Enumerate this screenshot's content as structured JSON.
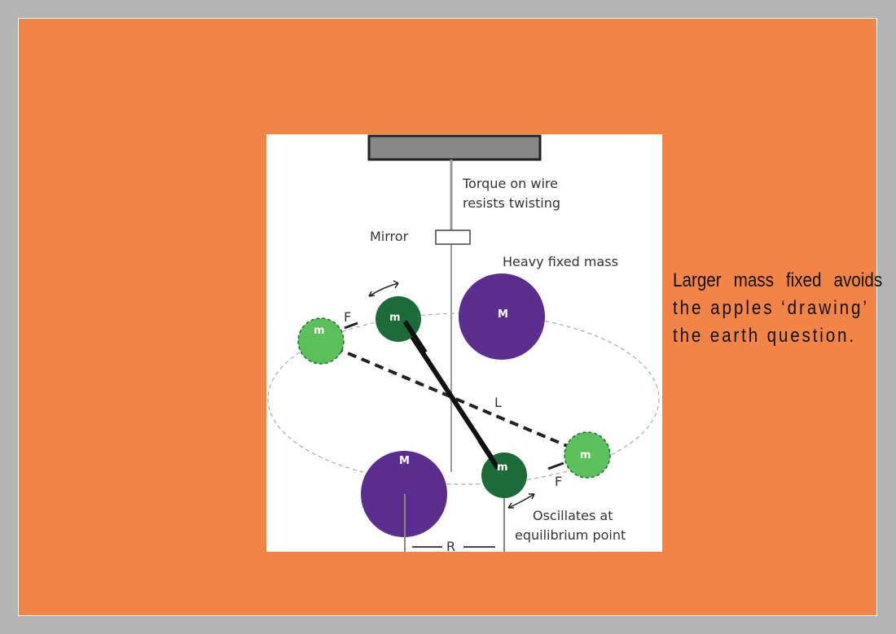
{
  "diagram": {
    "labels": {
      "torque_line1": "Torque on wire",
      "torque_line2": "resists twisting",
      "mirror": "Mirror",
      "heavy_fixed_mass": "Heavy fixed mass",
      "large_mass_upper": "M",
      "large_mass_lower": "M",
      "small_mass_upper_dark": "m",
      "small_mass_lower_dark": "m",
      "small_mass_left_light": "m",
      "small_mass_right_light": "m",
      "force_upper": "F",
      "force_lower": "F",
      "length": "L",
      "radius": "R",
      "oscillates_line1": "Oscillates at",
      "oscillates_line2": "equilibrium point"
    },
    "colors": {
      "large_mass": "#5b2d8e",
      "small_mass_dark": "#1e6b3a",
      "small_mass_light": "#5cc05a",
      "frame": "#888888"
    }
  },
  "side_note": {
    "line1": "Larger mass fixed avoids",
    "line2": "the apples ‘drawing’",
    "line3": "the earth question."
  },
  "colors": {
    "slide_background": "#f38447",
    "outer_background": "#b4b4b4"
  }
}
